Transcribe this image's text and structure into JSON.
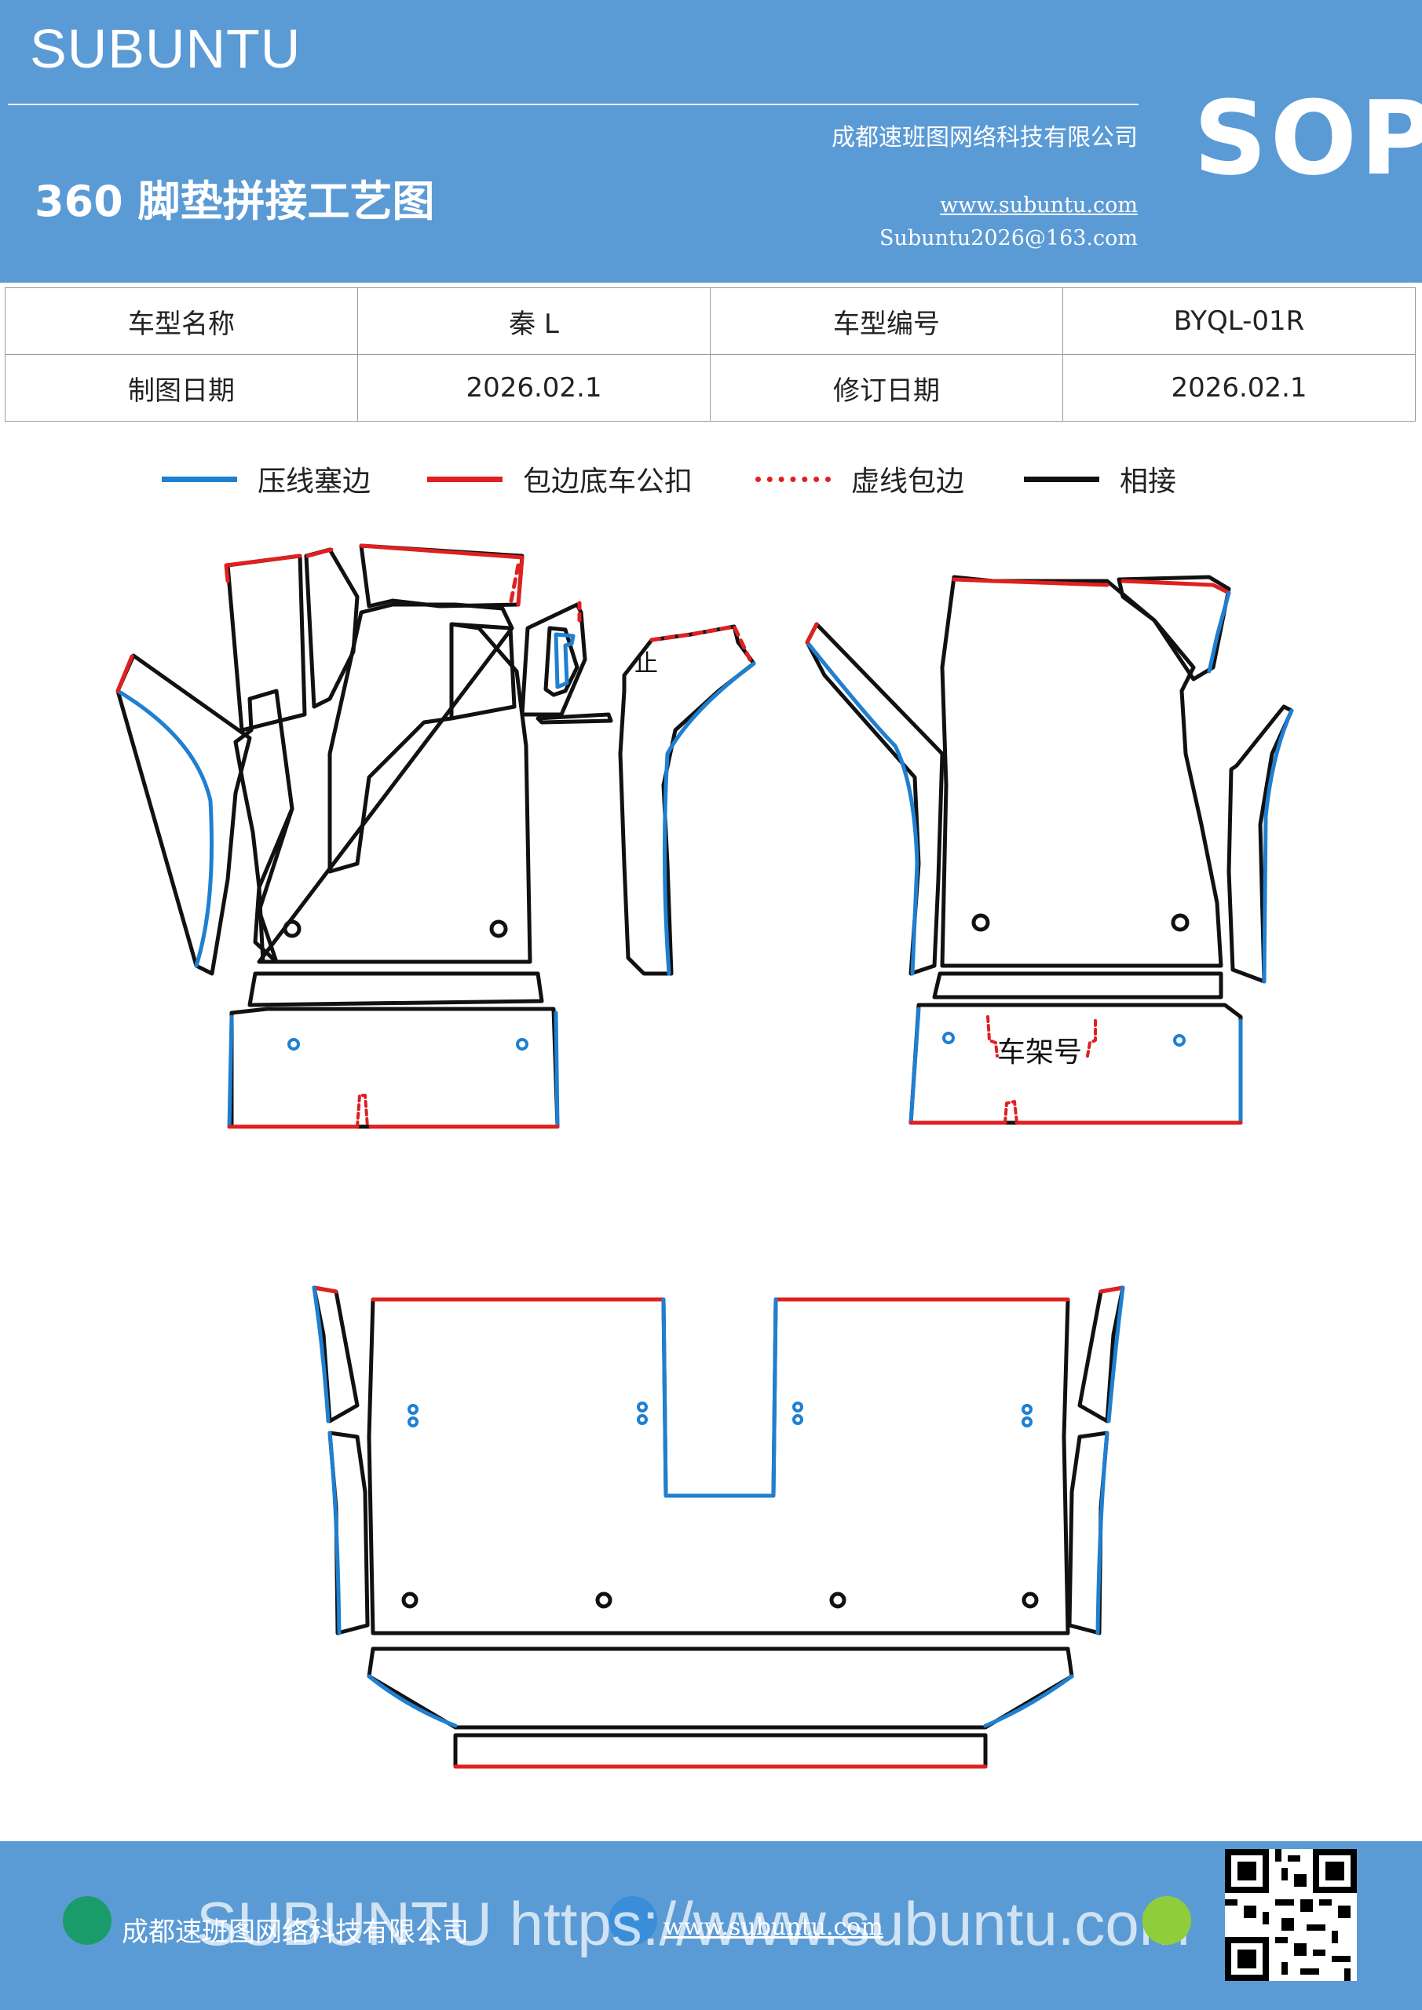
{
  "header": {
    "brand": "SUBUNTU",
    "title": "360 脚垫拼接工艺图",
    "company": "成都速班图网络科技有限公司",
    "website": "www.subuntu.com",
    "email": "Subuntu2026@163.com",
    "sop": "SOP"
  },
  "info_table": {
    "rows": [
      [
        "车型名称",
        "秦 L",
        "车型编号",
        "BYQL-01R"
      ],
      [
        "制图日期",
        "2026.02.1",
        "修订日期",
        "2026.02.1"
      ]
    ]
  },
  "legend": [
    {
      "label": "压线塞边",
      "color": "#1f7fd1",
      "style": "solid"
    },
    {
      "label": "包边底车公扣",
      "color": "#e02020",
      "style": "solid"
    },
    {
      "label": "虚线包边",
      "color": "#e02020",
      "style": "dashed"
    },
    {
      "label": "相接",
      "color": "#111111",
      "style": "solid"
    }
  ],
  "drawing": {
    "mark_label": "止",
    "frame_label": "车架号"
  },
  "footer": {
    "company": "成都速班图网络科技有限公司",
    "website": "www.subuntu.com",
    "watermark": "SUBUNTU https://www.subuntu.com"
  }
}
